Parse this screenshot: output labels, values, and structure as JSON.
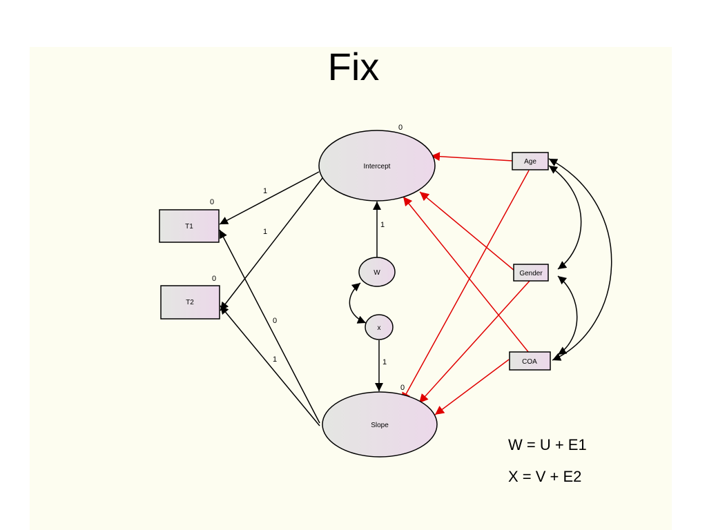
{
  "title": "Fix",
  "nodes": {
    "intercept": "Intercept",
    "slope": "Slope",
    "t1": "T1",
    "t2": "T2",
    "w": "W",
    "x": "x",
    "age": "Age",
    "gender": "Gender",
    "coa": "COA"
  },
  "labels": {
    "intercept_variance": "0",
    "slope_variance": "0",
    "t1_intercept": "0",
    "t2_intercept": "0",
    "int_t1": "1",
    "int_t2": "1",
    "slope_t1": "0",
    "slope_t2": "1",
    "w_int": "1",
    "x_slope": "1"
  },
  "equations": [
    "W = U + E1",
    "X = V + E2"
  ],
  "colors": {
    "path_black": "#000000",
    "path_red": "#e00000",
    "background": "#fdfdf0"
  }
}
